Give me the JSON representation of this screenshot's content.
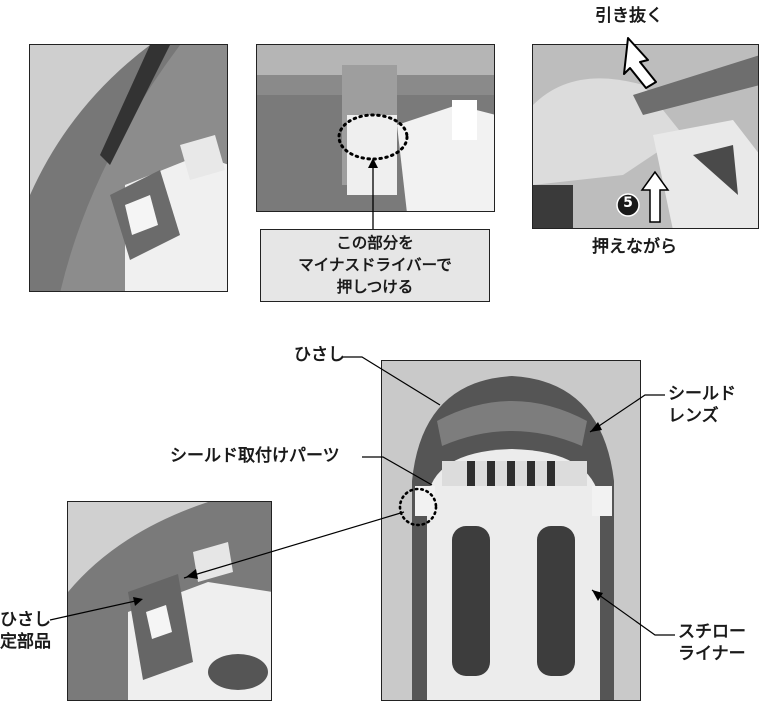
{
  "top_center": {
    "callout_lines": [
      "この部分を",
      "マイナスドライバーで",
      "押しつける"
    ]
  },
  "top_right": {
    "pull_label": "引き抜く",
    "press_label": "押えながら",
    "step_number": "5"
  },
  "bottom": {
    "visor_label": "ひさし",
    "shield_parts_label": "シールド取付けパーツ",
    "shield_lens_lines": [
      "シールド",
      "レンズ"
    ],
    "styrofoam_liner_lines": [
      "スチロー",
      "ライナー"
    ],
    "visor_fixing_lines": [
      "ひさし",
      "定部品"
    ]
  }
}
